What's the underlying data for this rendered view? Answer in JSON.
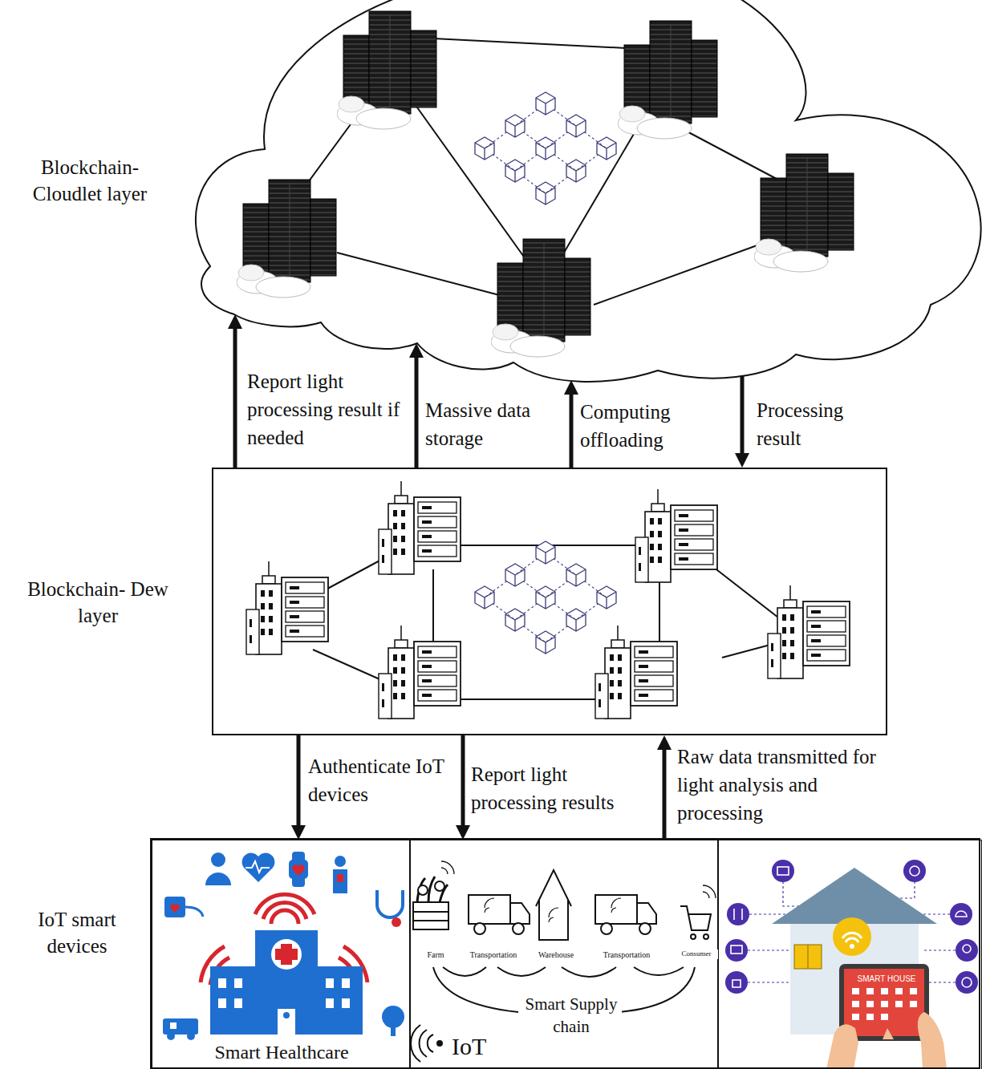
{
  "diagram": {
    "nodes": [
      {
        "text": [
          "Blockchain- Cloudlet layer"
        ]
      },
      {
        "text": [
          "Blockchain- Dew layer"
        ]
      },
      {
        "text": [
          "IoT smart devices"
        ]
      },
      {
        "text": [
          "Smart Healthcare"
        ],
        "in": 2
      },
      {
        "text": [
          "Farm",
          "Transportation",
          "Warehouse",
          "Transportation",
          "Consumer",
          "Smart Supply chain",
          "IoT"
        ],
        "in": 2
      },
      {
        "text": [
          "SMART HOUSE"
        ],
        "in": 2
      }
    ],
    "edges": [
      {
        "from": 1,
        "to": 0,
        "label": "Report light processing result if needed",
        "arrow": "to"
      },
      {
        "from": 1,
        "to": 0,
        "label": "Massive data storage",
        "arrow": "to"
      },
      {
        "from": 1,
        "to": 0,
        "label": "Computing offloading",
        "arrow": "to"
      },
      {
        "from": 0,
        "to": 1,
        "label": "Processing result",
        "arrow": "to"
      },
      {
        "from": 1,
        "to": 3,
        "label": "Authenticate IoT devices",
        "arrow": "to"
      },
      {
        "from": 1,
        "to": 4,
        "label": "Report light processing results",
        "arrow": "to"
      },
      {
        "from": 4,
        "to": 1,
        "label": "Raw data transmitted for light analysis and processing",
        "arrow": "to"
      }
    ]
  }
}
